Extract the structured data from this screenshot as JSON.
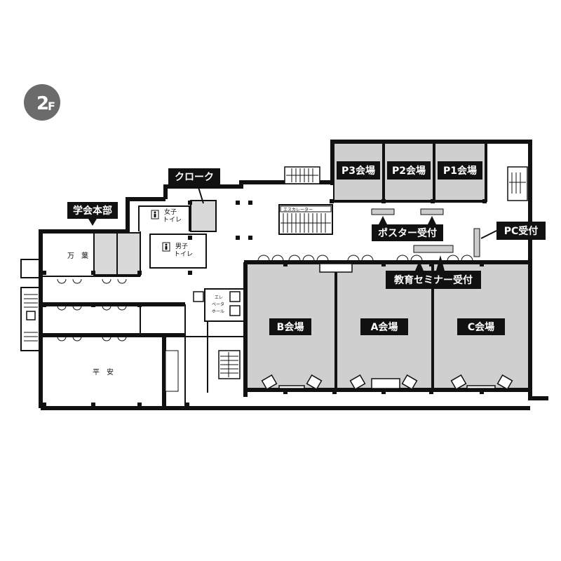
{
  "floor_badge": {
    "number": "2",
    "suffix": "F",
    "color": "#6b6b6b"
  },
  "callouts": {
    "gakkai_honbu": "学会本部",
    "cloak": "クローク",
    "poster_uketsuke": "ポスター受付",
    "pc_uketsuke": "PC受付",
    "kyoiku_seminar_uketsuke": "教育セミナー受付"
  },
  "rooms": {
    "p3": "P3会場",
    "p2": "P2会場",
    "p1": "P1会場",
    "b": "B会場",
    "a": "A会場",
    "c": "C会場",
    "banyo": "万　葉",
    "heian": "平　安",
    "women_toilet_line1": "女子",
    "women_toilet_line2": "トイレ",
    "men_toilet_line1": "男子",
    "men_toilet_line2": "トイレ",
    "elevator_hall_1": "エレ",
    "elevator_hall_2": "ベータ",
    "elevator_hall_3": "ホール",
    "escalator": "エスカレーター"
  },
  "colors": {
    "hall_gray": "#cfcfcf",
    "label_bg": "#111111",
    "wall": "#111111"
  }
}
